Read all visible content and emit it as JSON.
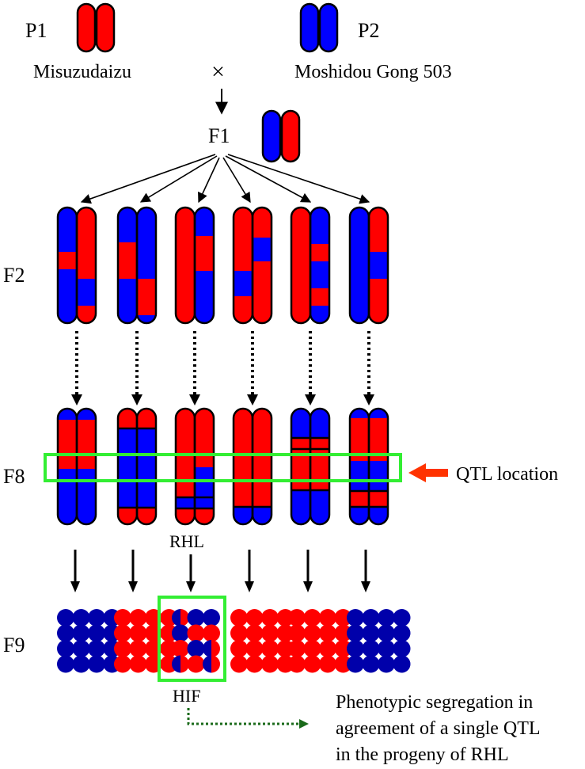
{
  "labels": {
    "p1": "P1",
    "p2": "P2",
    "p1_name": "Misuzudaizu",
    "p2_name": "Moshidou Gong 503",
    "cross": "×",
    "f1": "F1",
    "f2": "F2",
    "f8": "F8",
    "f9": "F9",
    "rhl": "RHL",
    "hif": "HIF",
    "qtl": "QTL location",
    "note_line1": "Phenotypic segregation in",
    "note_line2": "agreement of a single QTL",
    "note_line3": "in the progeny of RHL"
  },
  "colors": {
    "misuzudaizu": "#ff0000",
    "moshidou": "#0000ff",
    "f9_blue": "#0000aa",
    "highlight": "#33ee33",
    "qtl_arrow": "#ff3300",
    "dotted_arrow": "#1a6a1a"
  }
}
